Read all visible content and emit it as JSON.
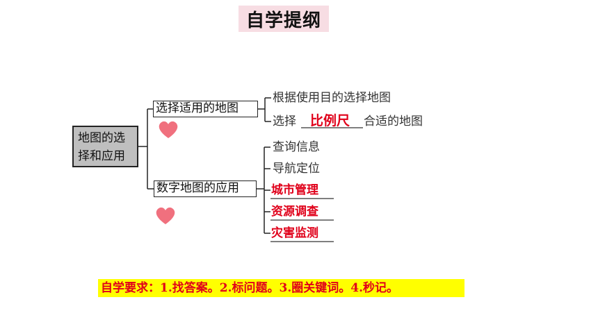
{
  "title": "自学提纲",
  "root": {
    "line1": "地图的选",
    "line2": "择和应用"
  },
  "branches": [
    {
      "label": "选择适用的地图",
      "items": [
        {
          "text": "根据使用目的选择地图"
        },
        {
          "prefix": "选择",
          "answer": "比例尺",
          "suffix": "合适的地图"
        }
      ]
    },
    {
      "label": "数字地图的应用",
      "items": [
        {
          "text": "查询信息"
        },
        {
          "text": "导航定位"
        },
        {
          "text": "城市管理"
        },
        {
          "text": "资源调查"
        },
        {
          "text": "灾害监测"
        }
      ]
    }
  ],
  "requirement": "自学要求：1.找答案。2.标问题。3.圈关键词。4.秒记。",
  "colors": {
    "accent_red": "#e0001a",
    "title_bg": "#f7dde3",
    "root_bg": "#bfbfbf",
    "highlight": "#ffff00",
    "heart": "#f0707e"
  }
}
